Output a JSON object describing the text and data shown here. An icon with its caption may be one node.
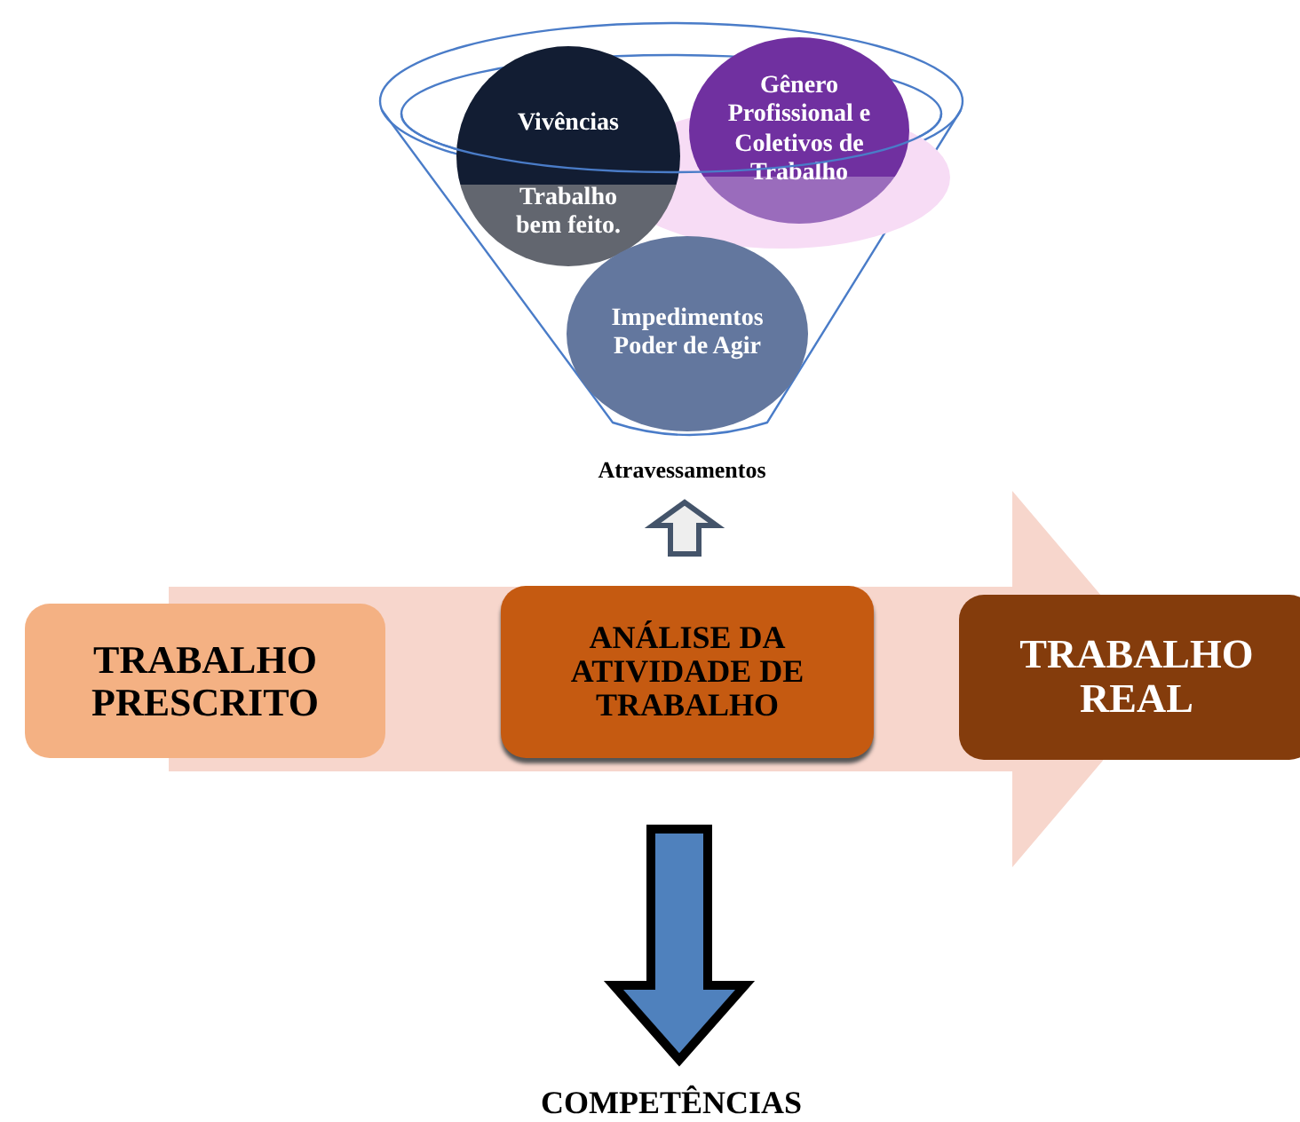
{
  "diagram": {
    "nodes": [
      {
        "text": [
          "Vivências",
          "Trabalho bem feito."
        ]
      },
      {
        "text": [
          "Gênero Profissional e Coletivos de Trabalho"
        ]
      },
      {
        "text": [
          "Impedimentos",
          "Poder de Agir"
        ]
      },
      {
        "text": [
          "Atravessamentos"
        ]
      },
      {
        "text": [
          "TRABALHO PRESCRITO"
        ]
      },
      {
        "text": [
          "ANÁLISE DA ATIVIDADE DE TRABALHO"
        ]
      },
      {
        "text": [
          "TRABALHO REAL"
        ]
      },
      {
        "text": [
          "COMPETÊNCIAS"
        ]
      }
    ],
    "edges": [
      {
        "from": 5,
        "to": 3,
        "arrow": "to",
        "style": "thick",
        "color": "#eeeeee"
      },
      {
        "from": 4,
        "to": 6,
        "arrow": "to",
        "style": "thick",
        "color": "#f7d6cc"
      },
      {
        "from": 5,
        "to": 7,
        "arrow": "to",
        "style": "thick",
        "color": "#4f81bd"
      }
    ]
  }
}
